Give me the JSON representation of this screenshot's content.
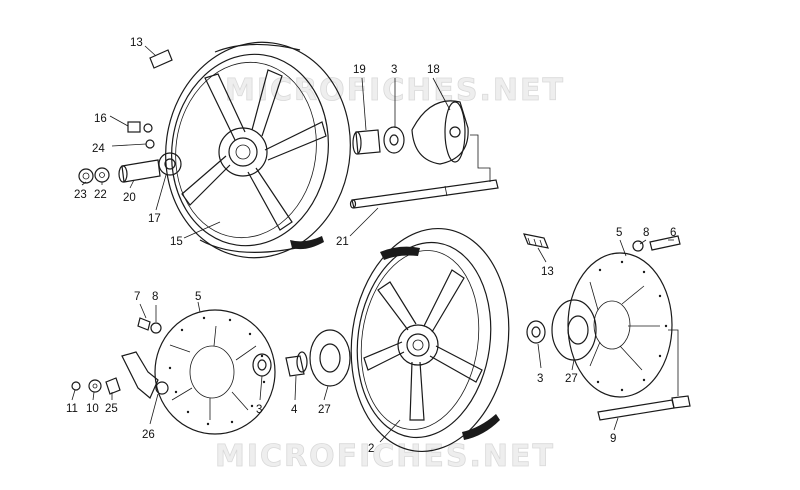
{
  "watermarks": [
    "MICROFICHES.NET",
    "MICROFICHES.NET"
  ],
  "callouts": {
    "c13a": "13",
    "c19": "19",
    "c3a": "3",
    "c18": "18",
    "c16": "16",
    "c24": "24",
    "c23": "23",
    "c22": "22",
    "c20": "20",
    "c17": "17",
    "c15": "15",
    "c21": "21",
    "c13b": "13",
    "c5a": "5",
    "c8a": "8",
    "c6": "6",
    "c7": "7",
    "c8b": "8",
    "c5b": "5",
    "c11": "11",
    "c10": "10",
    "c25": "25",
    "c26": "26",
    "c3b": "3",
    "c4": "4",
    "c27a": "27",
    "c2": "2",
    "c3c": "3",
    "c27b": "27",
    "c9": "9"
  }
}
